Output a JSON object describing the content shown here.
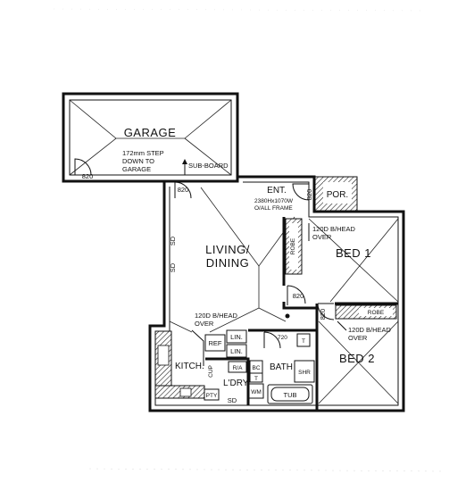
{
  "rooms": {
    "garage": "GARAGE",
    "ent": "ENT.",
    "por": "POR.",
    "living_1": "LIVING/",
    "living_2": "DINING",
    "bed1": "BED 1",
    "bed2": "BED 2",
    "kitch": "KITCH.",
    "ldry": "L'DRY",
    "bath": "BATH"
  },
  "notes": {
    "step_1": "172mm STEP",
    "step_2": "DOWN TO",
    "step_3": "GARAGE",
    "subboard": "SUB-BOARD",
    "frame_1": "2380Hx1070W",
    "frame_2": "O/ALL FRAME",
    "b_head_1_a": "120D B/HEAD",
    "b_head_1_b": "OVER",
    "b_head_2_a": "120D B/HEAD",
    "b_head_2_b": "OVER",
    "b_head_3_a": "120D B/HEAD",
    "b_head_3_b": "OVER"
  },
  "fixtures": {
    "robe": "ROBE",
    "robe2": "ROBE",
    "ref": "REF",
    "lin1": "LIN.",
    "lin2": "LIN.",
    "ra": "R/A",
    "bc": "BC",
    "t1": "T",
    "t2": "T",
    "shr": "SHR",
    "tub": "TUB",
    "wm": "WM",
    "pty": "PTY",
    "sd_bottom": "SD",
    "sd_left_1": "SD",
    "sd_left_2": "SD",
    "cup": "CUP"
  },
  "doors": {
    "d_garage": "820",
    "d_sub": "820",
    "d_ent": "820",
    "d_bed1": "820",
    "d_bed2": "820",
    "d_bath": "720"
  }
}
